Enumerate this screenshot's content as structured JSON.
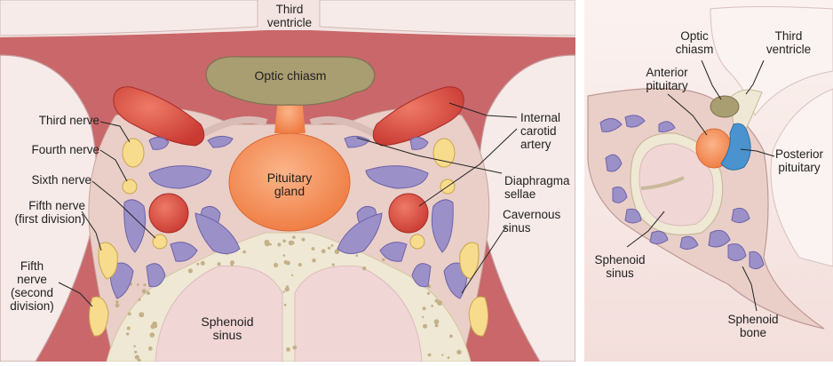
{
  "left_panel": {
    "labels": {
      "third_ventricle": "Third\nventricle",
      "optic_chiasm": "Optic chiasm",
      "pituitary_gland": "Pituitary\ngland",
      "sphenoid_sinus": "Sphenoid\nsinus",
      "third_nerve": "Third nerve",
      "fourth_nerve": "Fourth nerve",
      "sixth_nerve": "Sixth nerve",
      "fifth_nerve_first": "Fifth nerve\n(first division)",
      "fifth_nerve_second": "Fifth\nnerve\n(second\ndivision)",
      "internal_carotid": "Internal\ncarotid\nartery",
      "diaphragma_sellae": "Diaphragma\nsellae",
      "cavernous_sinus": "Cavernous\nsinus"
    }
  },
  "right_panel": {
    "labels": {
      "optic_chiasm": "Optic\nchiasm",
      "third_ventricle": "Third\nventricle",
      "anterior_pituitary": "Anterior\npituitary",
      "posterior_pituitary": "Posterior\npituitary",
      "sphenoid_sinus": "Sphenoid\nsinus",
      "sphenoid_bone": "Sphenoid\nbone"
    }
  },
  "colors": {
    "dura": "#c9676a",
    "tissue": "#e9cfc8",
    "brain": "#f3e4e1",
    "bone": "#efe8d4",
    "sinus": "#f1d6d6",
    "vein": "#9b90c8",
    "nerve": "#f8dc8e",
    "artery": "#d8493f",
    "pituitary": "#f28a52",
    "chiasm": "#a99d72",
    "posterior": "#4a93cf"
  }
}
